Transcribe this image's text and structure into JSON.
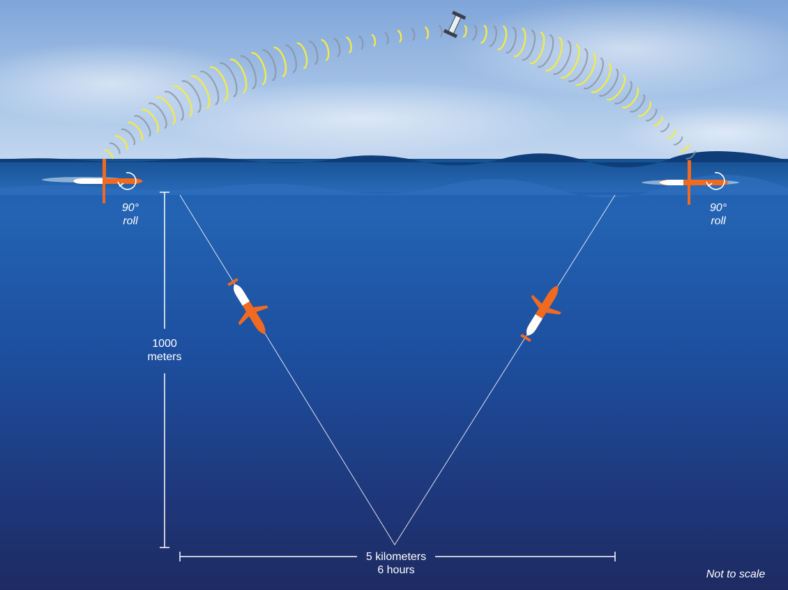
{
  "labels": {
    "roll_left_1": "90°",
    "roll_left_2": "roll",
    "roll_right_1": "90°",
    "roll_right_2": "roll",
    "depth_value": "1000",
    "depth_unit": "meters",
    "distance_line1": "5 kilometers",
    "distance_line2": "6 hours",
    "note": "Not to scale"
  },
  "colors": {
    "sky_top": "#7ea4d6",
    "sky_bottom": "#b9d1ec",
    "ocean_surface": "#1f5aa8",
    "ocean_deep": "#1d2c66",
    "signal_yellow": "#f2ea4a",
    "signal_gray": "#8a8f99",
    "glider_orange": "#f06a22",
    "glider_white": "#ffffff",
    "line_white": "#ffffff"
  },
  "icons": {
    "satellite": "satellite-icon",
    "glider": "underwater-glider-icon",
    "roll": "roll-arrow-icon"
  }
}
